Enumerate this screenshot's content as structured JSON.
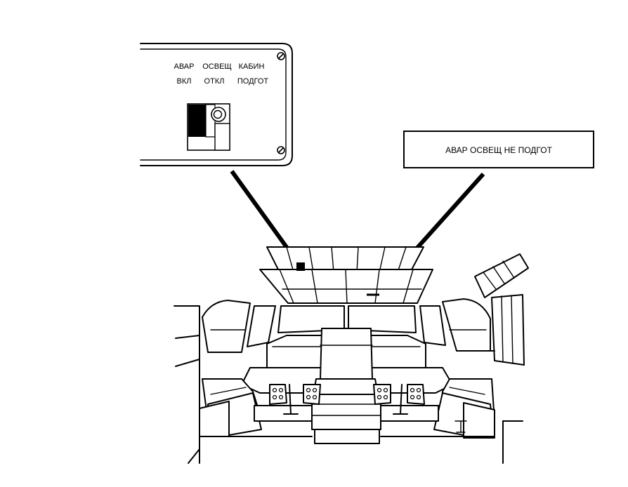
{
  "switch_panel": {
    "label_row1": [
      "АВАР",
      "ОСВЕЩ",
      "КАБИН"
    ],
    "label_row2": [
      "ВКЛ",
      "ОТКЛ",
      "ПОДГОТ"
    ]
  },
  "warning_placard": {
    "text": "АВАР ОСВЕЩ НЕ ПОДГОТ"
  },
  "colors": {
    "ink": "#000000",
    "paper": "#ffffff"
  }
}
